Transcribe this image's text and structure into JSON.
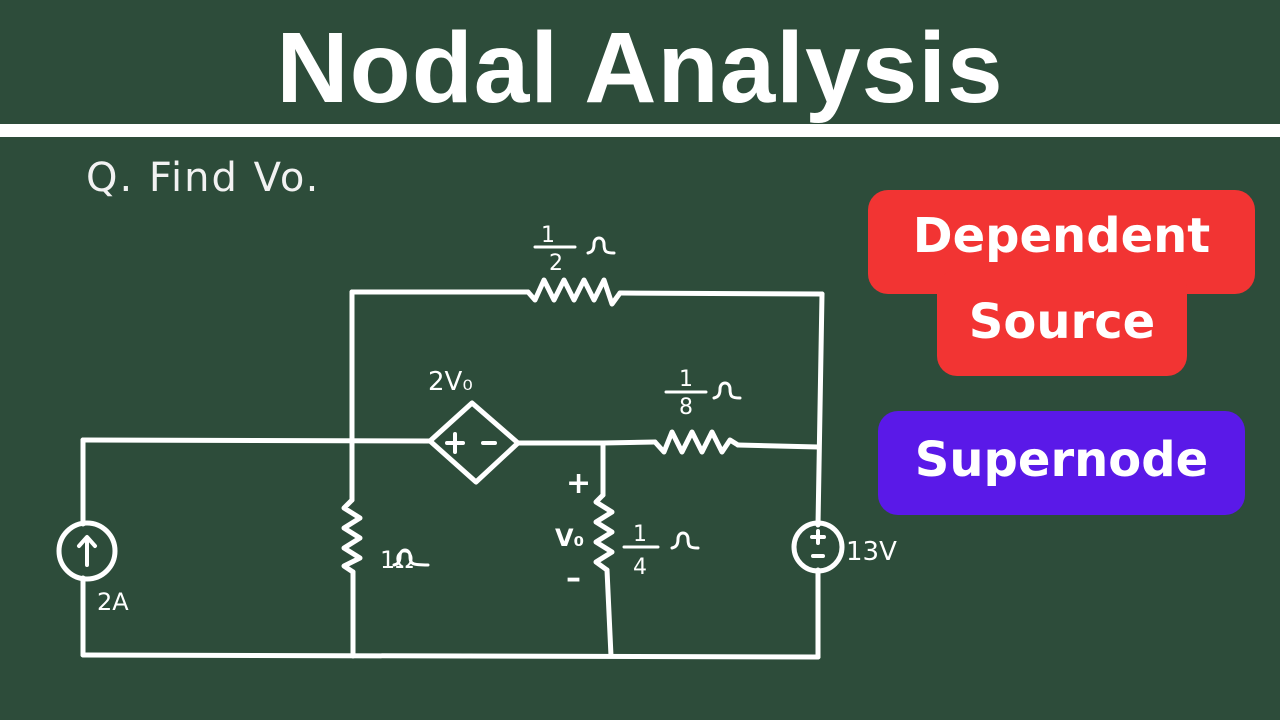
{
  "header": {
    "title": "Nodal Analysis"
  },
  "question": "Q. Find Vo.",
  "tags": {
    "dependent_source": {
      "line1": "Dependent",
      "line2": "Source",
      "color": "#f23433"
    },
    "supernode": {
      "label": "Supernode",
      "color": "#5a19e8"
    }
  },
  "circuit": {
    "current_source": {
      "label": "2A",
      "direction": "up"
    },
    "resistor_1": {
      "label": "1Ω",
      "display": "1Ω"
    },
    "resistor_half": {
      "numerator": "1",
      "denominator": "2",
      "unit": "Ω"
    },
    "resistor_eighth": {
      "numerator": "1",
      "denominator": "8",
      "unit": "Ω"
    },
    "resistor_quarter": {
      "numerator": "1",
      "denominator": "4",
      "unit": "Ω"
    },
    "dependent_voltage_source": {
      "label": "2V₀",
      "plus": "+",
      "minus": "-"
    },
    "voltage_source": {
      "label": "13V",
      "plus": "+",
      "minus": "-"
    },
    "vo_label": {
      "name": "V₀",
      "plus": "+",
      "minus": "–"
    }
  },
  "colors": {
    "background": "#2d4c3a",
    "ink": "#ffffff"
  }
}
